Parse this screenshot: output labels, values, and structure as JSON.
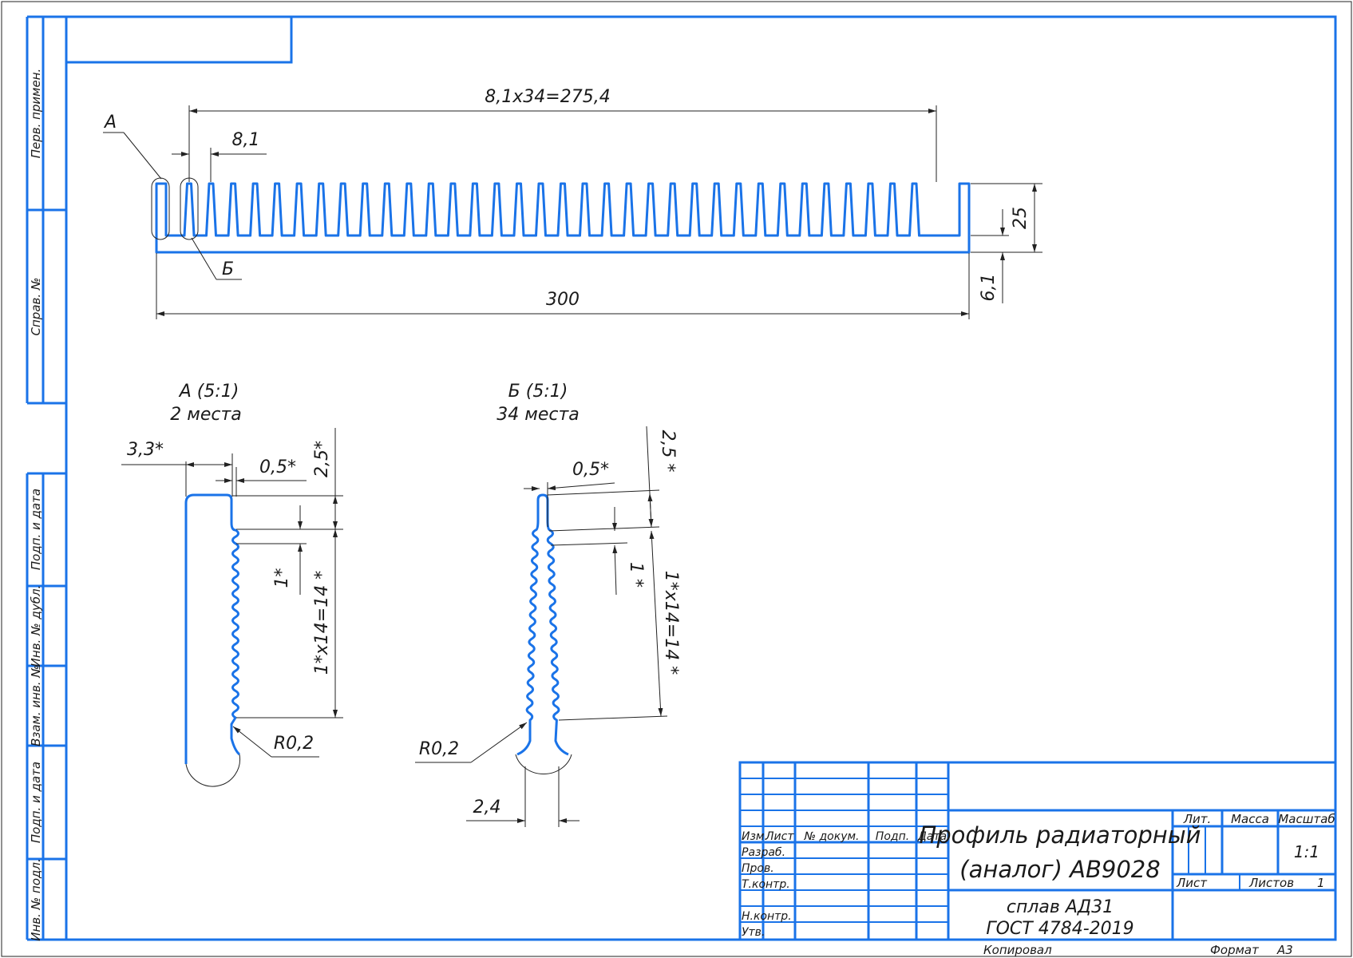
{
  "side_column": {
    "perv_primen": "Перв. примен.",
    "sprav_no": "Справ. №",
    "podp_data_1": "Подп. и дата",
    "inv_no_dubl": "Инв. № дубл.",
    "vzam_inv_no": "Взам. инв. №",
    "podp_data_2": "Подп. и дата",
    "inv_no_podl": "Инв. № подл."
  },
  "main_view": {
    "dim_pitch_total": "8,1х34=275,4",
    "dim_pitch": "8,1",
    "dim_length": "300",
    "dim_height": "25",
    "dim_base": "6,1",
    "callout_a": "А",
    "callout_b": "Б"
  },
  "detail_a": {
    "title": "А (5:1)",
    "subtitle": "2 места",
    "dim_width": "3,3*",
    "dim_tip": "0,5*",
    "dim_top": "2,5*",
    "dim_step": "1*",
    "dim_rib": "1*х14=14 *",
    "radius": "R0,2"
  },
  "detail_b": {
    "title": "Б (5:1)",
    "subtitle": "34 места",
    "dim_tip": "0,5*",
    "dim_top": "2,5 *",
    "dim_step": "1 *",
    "dim_rib": "1*х14=14 *",
    "radius": "R0,2",
    "dim_width": "2,4"
  },
  "title_block": {
    "col_izm": "Изм.",
    "col_list": "Лист",
    "col_doc_no": "№ докум.",
    "col_podp": "Подп.",
    "col_data": "Дата",
    "row_razrab": "Разраб.",
    "row_prov": "Пров.",
    "row_tkontr": "Т.контр.",
    "row_nkontr": "Н.контр.",
    "row_utv": "Утв.",
    "name_line1": "Профиль радиаторный",
    "name_line2": "(аналог) АВ9028",
    "material_line1": "сплав АД31",
    "material_line2": "ГОСТ 4784-2019",
    "lit_label": "Лит.",
    "massa_label": "Масса",
    "masshtab_label": "Масштаб",
    "scale_value": "1:1",
    "sheet_label": "Лист",
    "sheets_label": "Листов",
    "sheets_value": "1"
  },
  "footer": {
    "kopiroval": "Копировал",
    "format_label": "Формат",
    "format_value": "А3"
  }
}
